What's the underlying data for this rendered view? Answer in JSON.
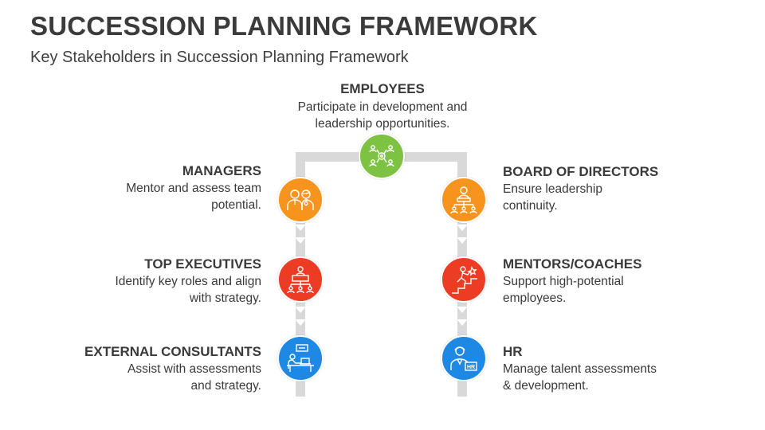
{
  "title": "SUCCESSION PLANNING FRAMEWORK",
  "subtitle": "Key Stakeholders in Succession Planning  Framework",
  "colors": {
    "green": "#7dc242",
    "orange": "#f7941d",
    "red": "#ec3c24",
    "blue": "#1e88e5",
    "connector": "#d9d9d9"
  },
  "nodes": {
    "employees": {
      "heading": "EMPLOYEES",
      "desc": [
        "Participate in development and",
        "leadership opportunities."
      ],
      "icon": "team-network-icon"
    },
    "managers": {
      "heading": "MANAGERS",
      "desc": [
        "Mentor and assess team",
        "potential."
      ],
      "icon": "managers-pair-icon"
    },
    "board": {
      "heading": "BOARD OF DIRECTORS",
      "desc": [
        "Ensure leadership",
        "continuity."
      ],
      "icon": "board-hierarchy-icon"
    },
    "executives": {
      "heading": "TOP EXECUTIVES",
      "desc": [
        "Identify key roles and align",
        "with strategy."
      ],
      "icon": "executive-org-chart-icon"
    },
    "mentors": {
      "heading": "MENTORS/COACHES",
      "desc": [
        "Support high-potential",
        "employees."
      ],
      "icon": "climbing-stairs-icon"
    },
    "consultants": {
      "heading": "EXTERNAL CONSULTANTS",
      "desc": [
        "Assist with assessments",
        "and strategy."
      ],
      "icon": "consultant-desk-icon"
    },
    "hr": {
      "heading": "HR",
      "desc": [
        "Manage talent assessments",
        "& development."
      ],
      "icon": "hr-person-icon"
    }
  }
}
